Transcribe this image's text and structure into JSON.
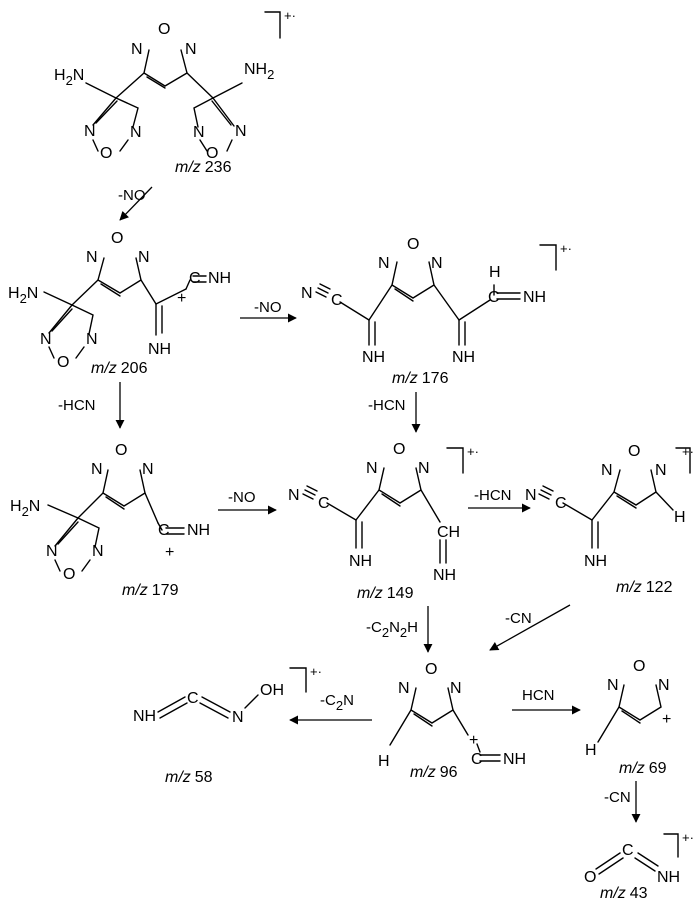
{
  "atoms": {
    "O": "O",
    "N": "N",
    "NH": "NH",
    "NH2": "NH",
    "two": "2",
    "H2N": "H",
    "H": "H",
    "C": "C",
    "CH": "CH",
    "OH": "OH",
    "plus": "+",
    "charge": "+·"
  },
  "labels": {
    "m236": [
      "m/z",
      "236"
    ],
    "m206": [
      "m/z",
      "206"
    ],
    "m176": [
      "m/z",
      "176"
    ],
    "m179": [
      "m/z",
      "179"
    ],
    "m149": [
      "m/z",
      "149"
    ],
    "m122": [
      "m/z",
      "122"
    ],
    "m96": [
      "m/z",
      "96"
    ],
    "m69": [
      "m/z",
      "69"
    ],
    "m58": [
      "m/z",
      "58"
    ],
    "m43": [
      "m/z",
      "43"
    ]
  },
  "reagents": {
    "r1": "-NO",
    "r2": "-NO",
    "r3": "-HCN",
    "r4": "-HCN",
    "r5": "-NO",
    "r6": "-HCN",
    "r7a": "-C",
    "r7b": "2",
    "r7c": "N",
    "r7d": "2",
    "r7e": "H",
    "r8": "-CN",
    "r9a": "-C",
    "r9b": "2",
    "r9c": "N",
    "r10": "HCN",
    "r11": "-CN"
  }
}
